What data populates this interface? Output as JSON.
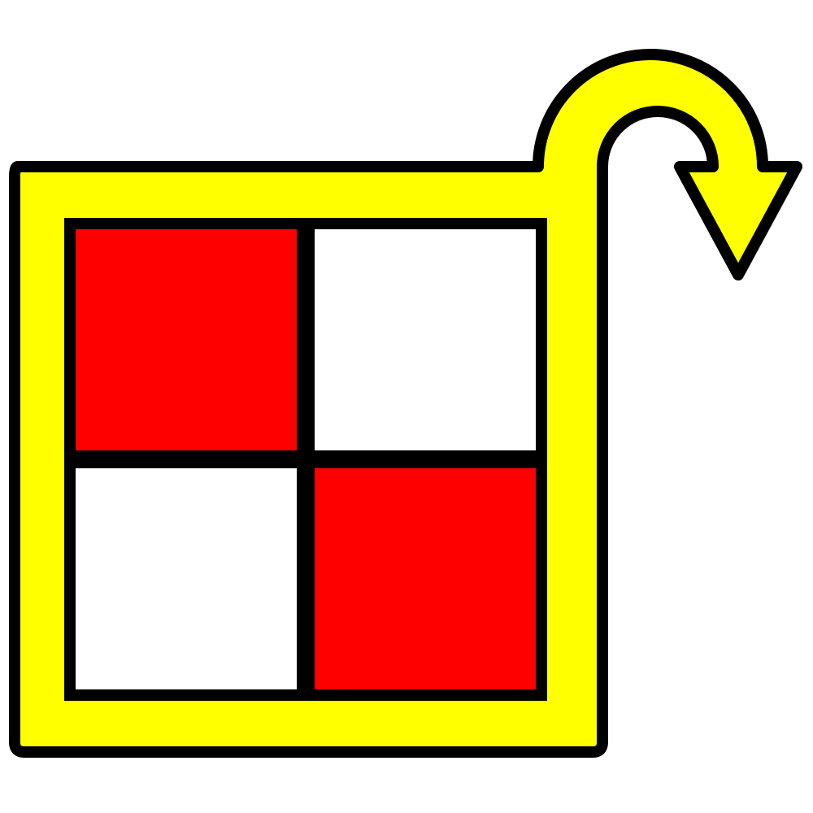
{
  "icon": {
    "name": "grid-rotate-icon",
    "grid": {
      "rows": 2,
      "cols": 2,
      "cells": [
        [
          "red",
          "white"
        ],
        [
          "white",
          "red"
        ]
      ]
    },
    "arrow": {
      "direction": "clockwise",
      "name": "curved-arrow-icon"
    }
  },
  "colors": {
    "frame": "#ffff00",
    "outline": "#000000",
    "red": "#ff0000",
    "white": "#ffffff",
    "background": "#ffffff"
  }
}
